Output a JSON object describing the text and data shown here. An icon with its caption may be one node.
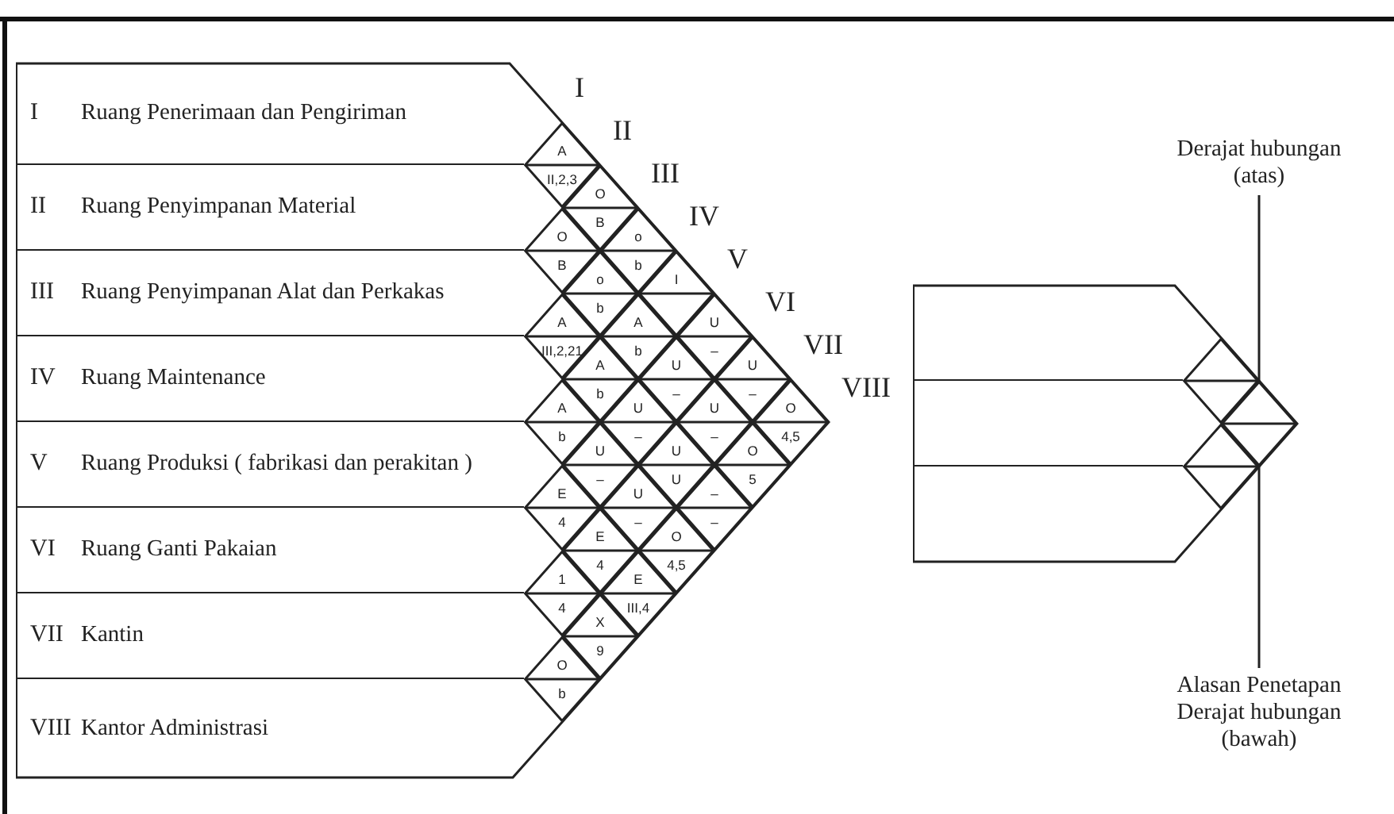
{
  "diagram": {
    "nodes": [
      {
        "text": [
          "I",
          "Ruang Penerimaan dan Pengiriman"
        ]
      },
      {
        "text": [
          "II",
          "Ruang Penyimpanan Material"
        ]
      },
      {
        "text": [
          "III",
          "Ruang Penyimpanan Alat dan Perkakas"
        ]
      },
      {
        "text": [
          "IV",
          "Ruang Maintenance"
        ]
      },
      {
        "text": [
          "V",
          "Ruang Produksi ( fabrikasi dan perakitan )"
        ]
      },
      {
        "text": [
          "VI",
          "Ruang Ganti Pakaian"
        ]
      },
      {
        "text": [
          "VII",
          "Kantin"
        ]
      },
      {
        "text": [
          "VIII",
          "Kantor Administrasi"
        ]
      },
      {
        "text": [
          "A",
          "II,2,3"
        ]
      },
      {
        "text": [
          "O",
          "B"
        ]
      },
      {
        "text": [
          "o",
          "b"
        ]
      },
      {
        "text": [
          "I"
        ]
      },
      {
        "text": [
          "U",
          "–"
        ]
      },
      {
        "text": [
          "U",
          "–"
        ]
      },
      {
        "text": [
          "O",
          "4,5"
        ]
      },
      {
        "text": [
          "O",
          "B"
        ]
      },
      {
        "text": [
          "o",
          "b"
        ]
      },
      {
        "text": [
          "A",
          "b"
        ]
      },
      {
        "text": [
          "U",
          "–"
        ]
      },
      {
        "text": [
          "U",
          "–"
        ]
      },
      {
        "text": [
          "O",
          "5"
        ]
      },
      {
        "text": [
          "A",
          "III,2,21"
        ]
      },
      {
        "text": [
          "A",
          "b"
        ]
      },
      {
        "text": [
          "U",
          "–"
        ]
      },
      {
        "text": [
          "U",
          "U"
        ]
      },
      {
        "text": [
          "–",
          "–"
        ]
      },
      {
        "text": [
          "A",
          "b"
        ]
      },
      {
        "text": [
          "U",
          "–"
        ]
      },
      {
        "text": [
          "U",
          "–"
        ]
      },
      {
        "text": [
          "O",
          "4,5"
        ]
      },
      {
        "text": [
          "E",
          "4"
        ]
      },
      {
        "text": [
          "E",
          "4"
        ]
      },
      {
        "text": [
          "E",
          "III,4"
        ]
      },
      {
        "text": [
          "1",
          "4"
        ]
      },
      {
        "text": [
          "X",
          "9"
        ]
      },
      {
        "text": [
          "O",
          "b"
        ]
      },
      {
        "text": [
          "Derajat hubungan (atas)"
        ]
      },
      {
        "text": [],
        "shape": "box"
      },
      {
        "text": [],
        "shape": "box"
      },
      {
        "text": [],
        "shape": "box"
      },
      {
        "text": [],
        "shape": "diamond"
      },
      {
        "text": [],
        "shape": "diamond"
      },
      {
        "text": [],
        "shape": "diamond"
      },
      {
        "text": [
          "Alasan Penetapan Derajat hubungan (bawah)"
        ]
      }
    ],
    "edges": [
      {
        "from": 36,
        "to": 42,
        "arrow": "none"
      },
      {
        "from": 43,
        "to": 42,
        "arrow": "none"
      }
    ],
    "labels": [
      "I",
      "II",
      "III",
      "IV",
      "V",
      "VI",
      "VII",
      "VIII"
    ]
  }
}
